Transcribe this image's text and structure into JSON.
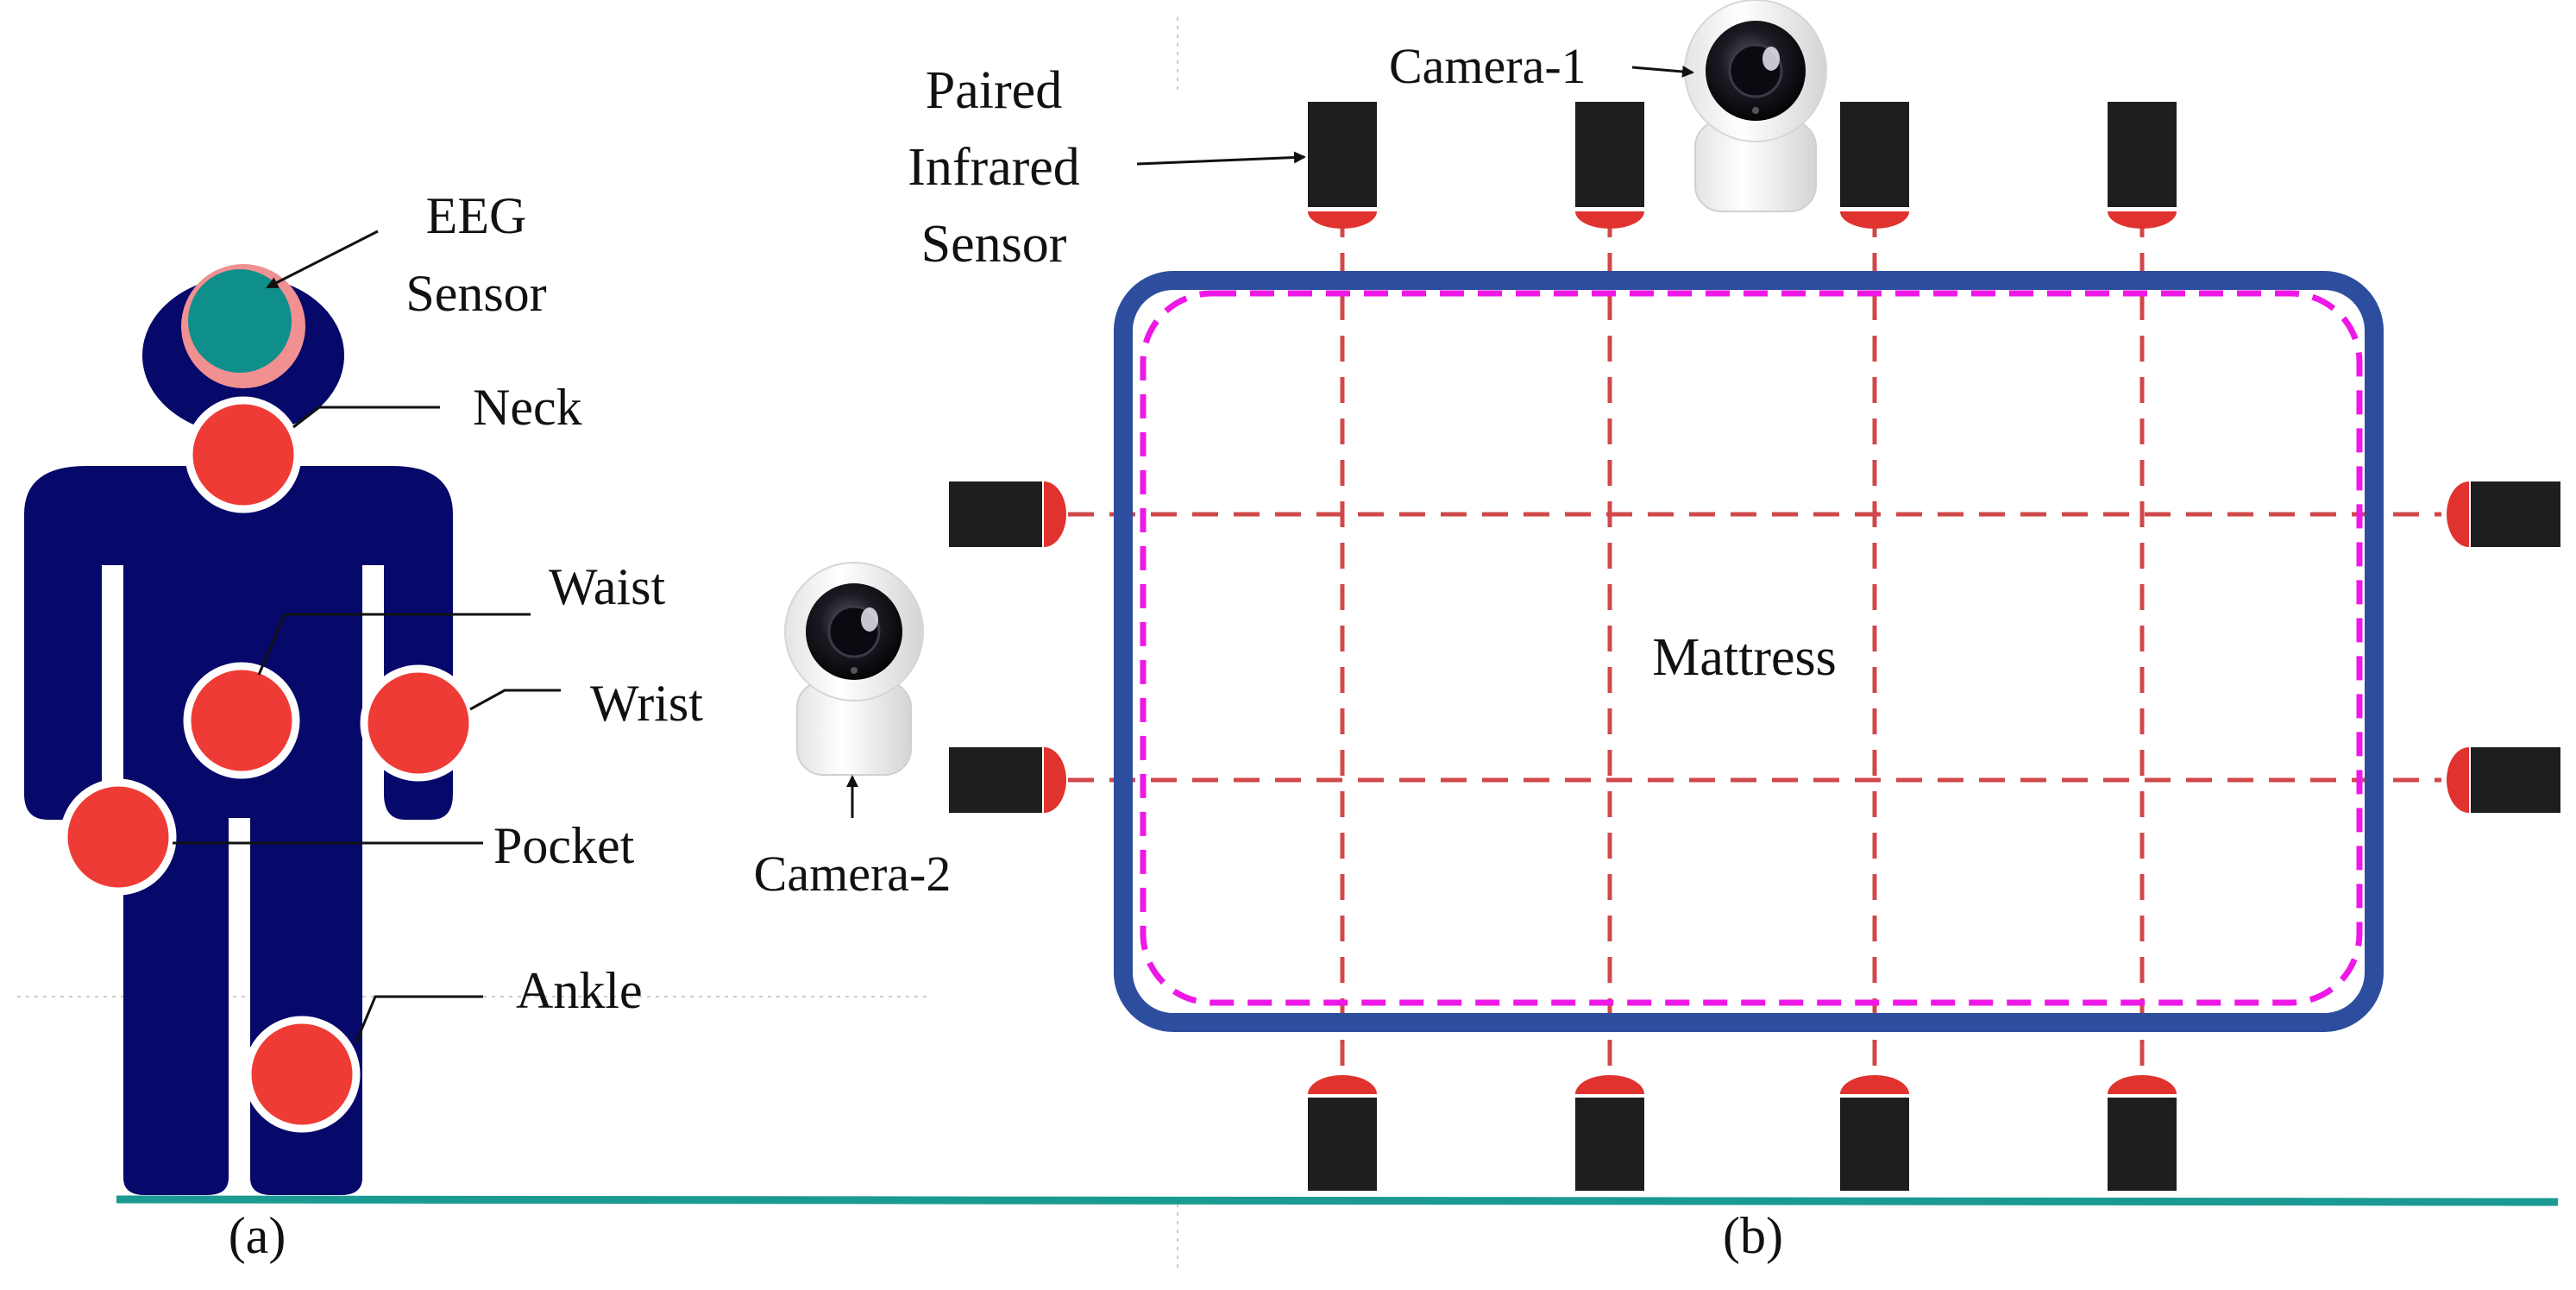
{
  "colors": {
    "body": "#06086a",
    "sensor": "#ef3b36",
    "eeg": "#0f8f8b",
    "ir_body": "#1e1e1e",
    "ir_tip": "#e0322e",
    "beam": "#d0484a",
    "mattress_border": "#2d4e9e",
    "dashed_outline": "#ee18e6",
    "floor": "#1a9a92"
  },
  "panel_a": {
    "labels": {
      "eeg_sensor_line1": "EEG",
      "eeg_sensor_line2": "Sensor",
      "neck": "Neck",
      "waist": "Waist",
      "wrist": "Wrist",
      "pocket": "Pocket",
      "ankle": "Ankle"
    },
    "caption": "(a)"
  },
  "panel_b": {
    "labels": {
      "paired_line1": "Paired",
      "paired_line2": "Infrared",
      "paired_line3": "Sensor",
      "camera_1": "Camera-1",
      "camera_2": "Camera-2",
      "mattress": "Mattress"
    },
    "caption": "(b)"
  }
}
